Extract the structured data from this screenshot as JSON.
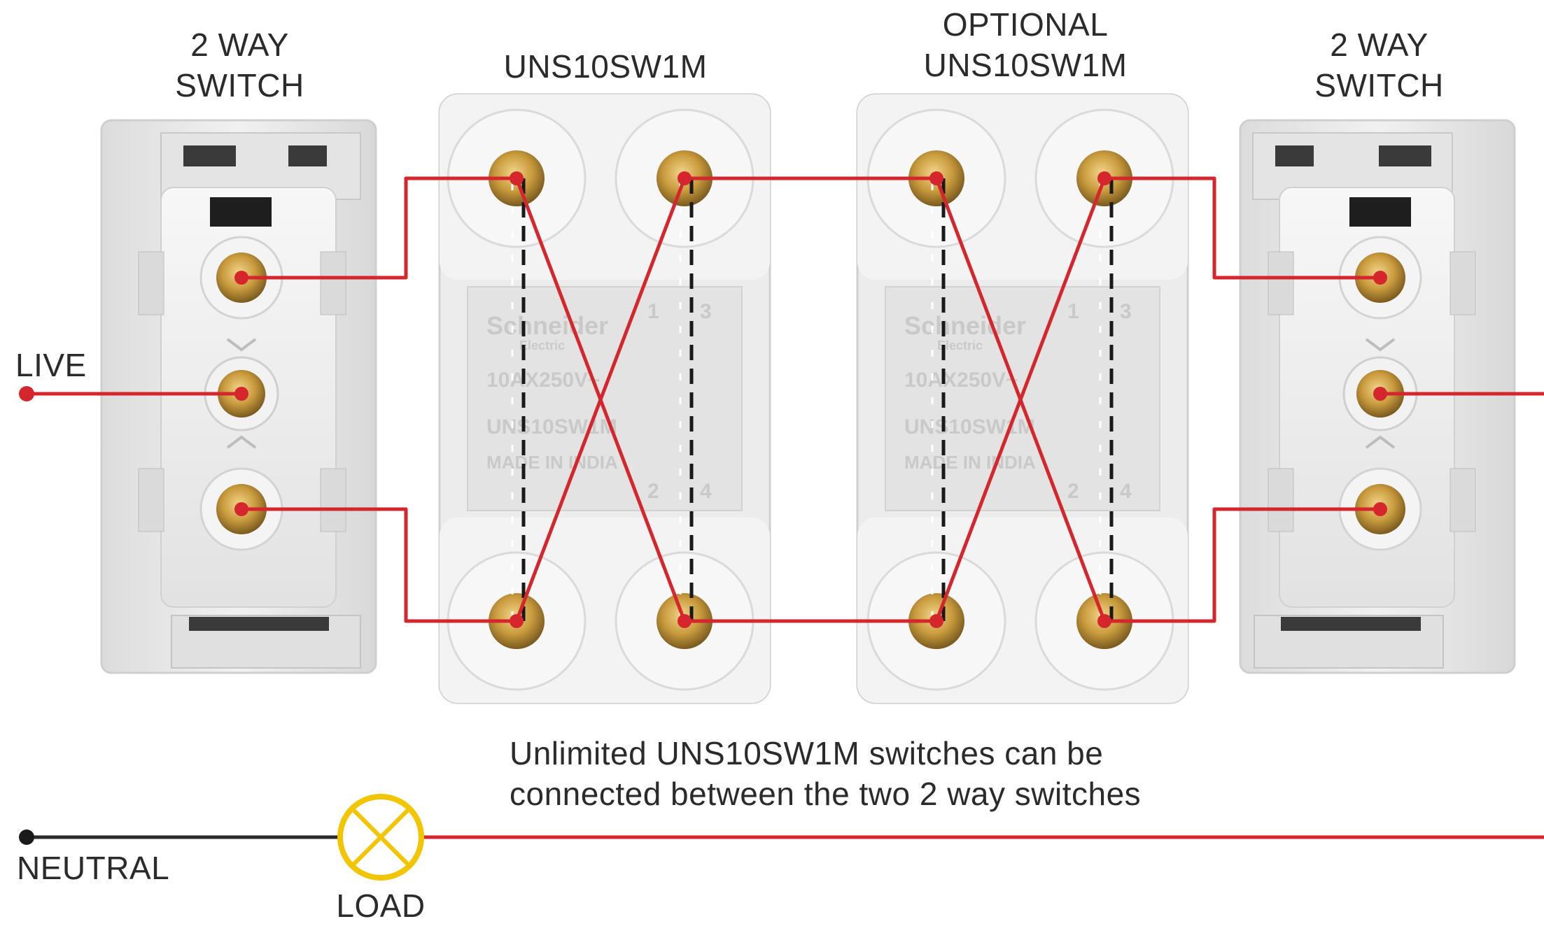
{
  "labels": {
    "left_switch_line1": "2 WAY",
    "left_switch_line2": "SWITCH",
    "right_switch_line1": "2 WAY",
    "right_switch_line2": "SWITCH",
    "intermediate_model": "UNS10SW1M",
    "optional_line1": "OPTIONAL",
    "optional_line2": "UNS10SW1M",
    "live": "LIVE",
    "neutral": "NEUTRAL",
    "load": "LOAD",
    "note_line1": "Unlimited UNS10SW1M switches can be",
    "note_line2": "connected between the two 2 way switches"
  },
  "body_print": {
    "brand": "Schneider",
    "brand_sub": "Electric",
    "rating": "10AX250V~",
    "model": "UNS10SW1M",
    "origin": "MADE IN INDIA",
    "terminals": [
      "1",
      "3",
      "2",
      "4"
    ]
  },
  "colors": {
    "wire": "#d6262d",
    "neutral_wire": "#2a2a2a",
    "dashed_link": "#1a1a1a",
    "lamp": "#f2c500",
    "switch_body": "#e9e9e9",
    "terminal_brass": "#c89a3c"
  }
}
